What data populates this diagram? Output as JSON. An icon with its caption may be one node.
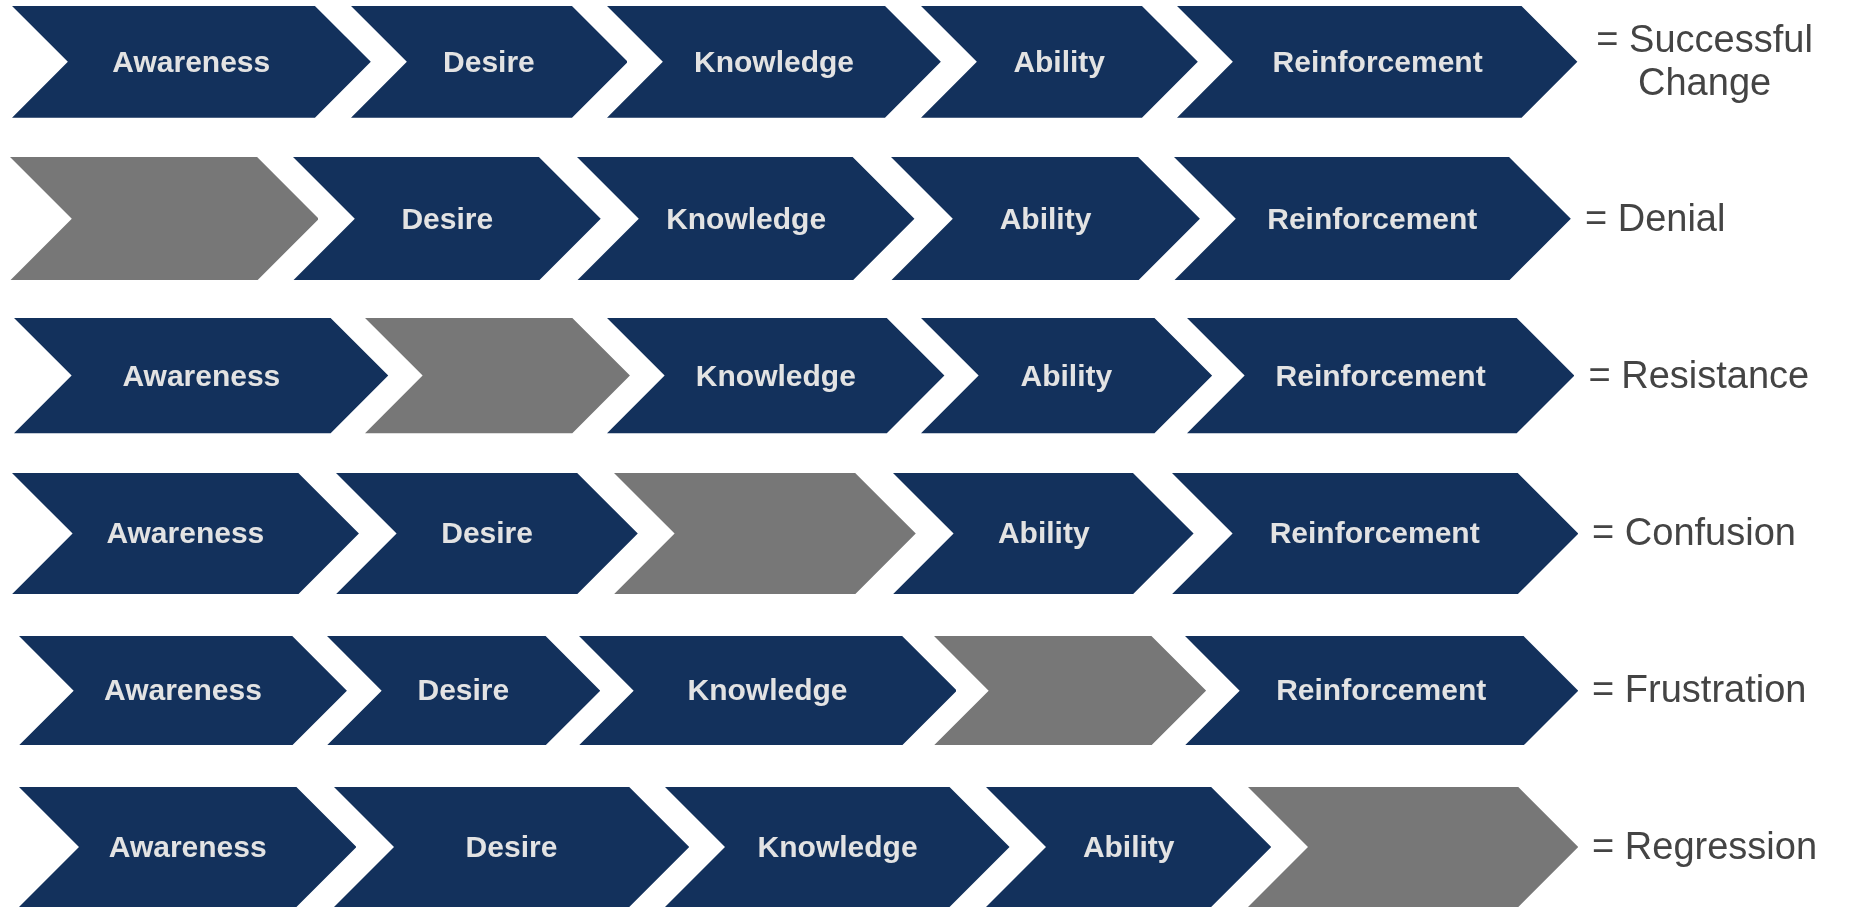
{
  "diagram": {
    "nodes": [
      {
        "text": [
          "Awareness"
        ]
      },
      {
        "text": [
          "Desire"
        ]
      },
      {
        "text": [
          "Knowledge"
        ]
      },
      {
        "text": [
          "Ability"
        ]
      },
      {
        "text": [
          "Reinforcement"
        ]
      },
      {
        "text": [],
        "shape": "chevron"
      },
      {
        "text": [
          "Desire"
        ]
      },
      {
        "text": [
          "Knowledge"
        ]
      },
      {
        "text": [
          "Ability"
        ]
      },
      {
        "text": [
          "Reinforcement"
        ]
      },
      {
        "text": [
          "Awareness"
        ]
      },
      {
        "text": [],
        "shape": "chevron"
      },
      {
        "text": [
          "Knowledge"
        ]
      },
      {
        "text": [
          "Ability"
        ]
      },
      {
        "text": [
          "Reinforcement"
        ]
      },
      {
        "text": [
          "Awareness"
        ]
      },
      {
        "text": [
          "Desire"
        ]
      },
      {
        "text": [],
        "shape": "chevron"
      },
      {
        "text": [
          "Ability"
        ]
      },
      {
        "text": [
          "Reinforcement"
        ]
      },
      {
        "text": [
          "Awareness"
        ]
      },
      {
        "text": [
          "Desire"
        ]
      },
      {
        "text": [
          "Knowledge"
        ]
      },
      {
        "text": [],
        "shape": "chevron"
      },
      {
        "text": [
          "Reinforcement"
        ]
      },
      {
        "text": [
          "Awareness"
        ]
      },
      {
        "text": [
          "Desire"
        ]
      },
      {
        "text": [
          "Knowledge"
        ]
      },
      {
        "text": [
          "Ability"
        ]
      },
      {
        "text": [],
        "shape": "chevron"
      }
    ],
    "edges": [],
    "labels": [
      "= Successful Change",
      "= Denial",
      "= Resistance",
      "= Confusion",
      "= Frustration",
      "= Regression"
    ]
  }
}
